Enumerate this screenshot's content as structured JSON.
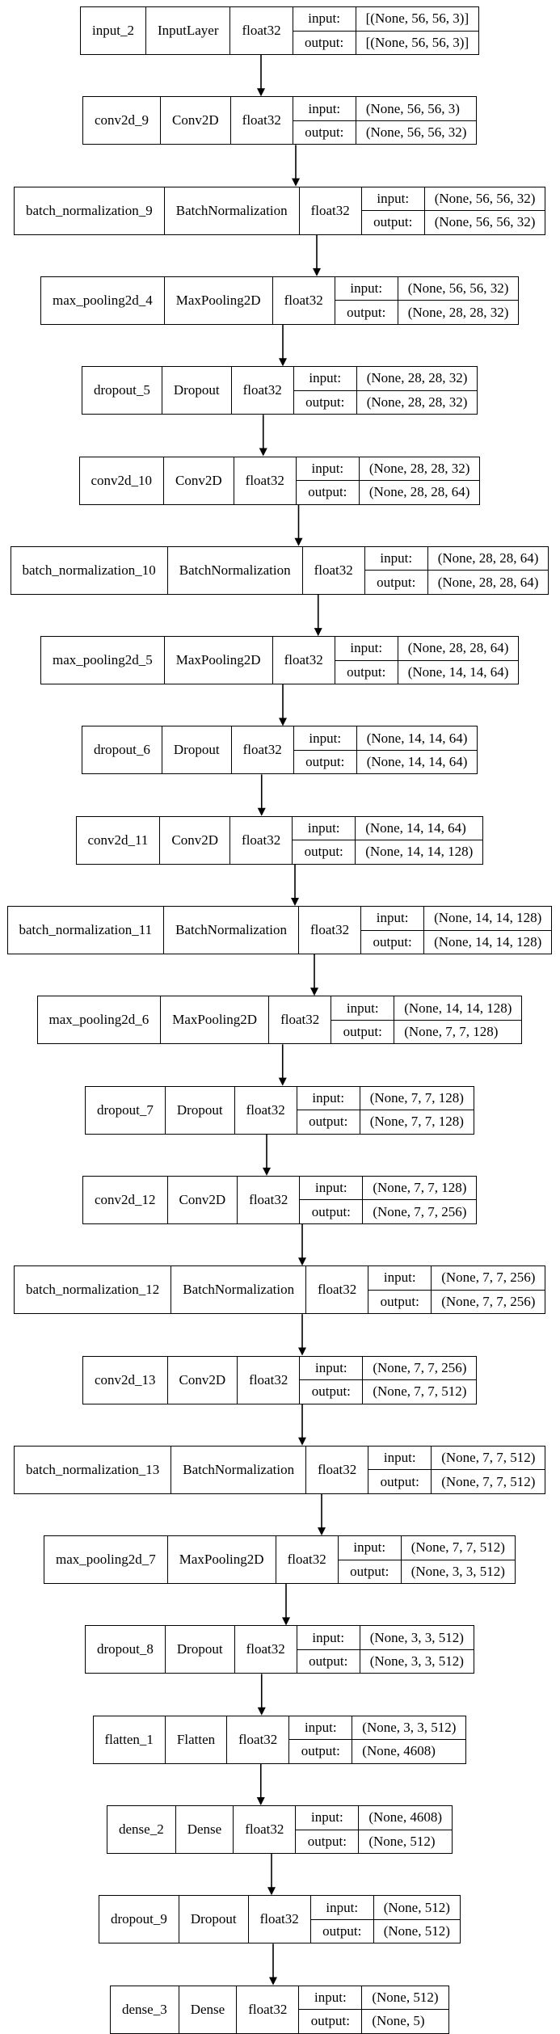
{
  "labels": {
    "input": "input:",
    "output": "output:"
  },
  "layers": [
    {
      "name": "input_2",
      "type": "InputLayer",
      "dtype": "float32",
      "input": "[(None, 56, 56, 3)]",
      "output": "[(None, 56, 56, 3)]"
    },
    {
      "name": "conv2d_9",
      "type": "Conv2D",
      "dtype": "float32",
      "input": "(None, 56, 56, 3)",
      "output": "(None, 56, 56, 32)"
    },
    {
      "name": "batch_normalization_9",
      "type": "BatchNormalization",
      "dtype": "float32",
      "input": "(None, 56, 56, 32)",
      "output": "(None, 56, 56, 32)"
    },
    {
      "name": "max_pooling2d_4",
      "type": "MaxPooling2D",
      "dtype": "float32",
      "input": "(None, 56, 56, 32)",
      "output": "(None, 28, 28, 32)"
    },
    {
      "name": "dropout_5",
      "type": "Dropout",
      "dtype": "float32",
      "input": "(None, 28, 28, 32)",
      "output": "(None, 28, 28, 32)"
    },
    {
      "name": "conv2d_10",
      "type": "Conv2D",
      "dtype": "float32",
      "input": "(None, 28, 28, 32)",
      "output": "(None, 28, 28, 64)"
    },
    {
      "name": "batch_normalization_10",
      "type": "BatchNormalization",
      "dtype": "float32",
      "input": "(None, 28, 28, 64)",
      "output": "(None, 28, 28, 64)"
    },
    {
      "name": "max_pooling2d_5",
      "type": "MaxPooling2D",
      "dtype": "float32",
      "input": "(None, 28, 28, 64)",
      "output": "(None, 14, 14, 64)"
    },
    {
      "name": "dropout_6",
      "type": "Dropout",
      "dtype": "float32",
      "input": "(None, 14, 14, 64)",
      "output": "(None, 14, 14, 64)"
    },
    {
      "name": "conv2d_11",
      "type": "Conv2D",
      "dtype": "float32",
      "input": "(None, 14, 14, 64)",
      "output": "(None, 14, 14, 128)"
    },
    {
      "name": "batch_normalization_11",
      "type": "BatchNormalization",
      "dtype": "float32",
      "input": "(None, 14, 14, 128)",
      "output": "(None, 14, 14, 128)"
    },
    {
      "name": "max_pooling2d_6",
      "type": "MaxPooling2D",
      "dtype": "float32",
      "input": "(None, 14, 14, 128)",
      "output": "(None, 7, 7, 128)"
    },
    {
      "name": "dropout_7",
      "type": "Dropout",
      "dtype": "float32",
      "input": "(None, 7, 7, 128)",
      "output": "(None, 7, 7, 128)"
    },
    {
      "name": "conv2d_12",
      "type": "Conv2D",
      "dtype": "float32",
      "input": "(None, 7, 7, 128)",
      "output": "(None, 7, 7, 256)"
    },
    {
      "name": "batch_normalization_12",
      "type": "BatchNormalization",
      "dtype": "float32",
      "input": "(None, 7, 7, 256)",
      "output": "(None, 7, 7, 256)"
    },
    {
      "name": "conv2d_13",
      "type": "Conv2D",
      "dtype": "float32",
      "input": "(None, 7, 7, 256)",
      "output": "(None, 7, 7, 512)"
    },
    {
      "name": "batch_normalization_13",
      "type": "BatchNormalization",
      "dtype": "float32",
      "input": "(None, 7, 7, 512)",
      "output": "(None, 7, 7, 512)"
    },
    {
      "name": "max_pooling2d_7",
      "type": "MaxPooling2D",
      "dtype": "float32",
      "input": "(None, 7, 7, 512)",
      "output": "(None, 3, 3, 512)"
    },
    {
      "name": "dropout_8",
      "type": "Dropout",
      "dtype": "float32",
      "input": "(None, 3, 3, 512)",
      "output": "(None, 3, 3, 512)"
    },
    {
      "name": "flatten_1",
      "type": "Flatten",
      "dtype": "float32",
      "input": "(None, 3, 3, 512)",
      "output": "(None, 4608)"
    },
    {
      "name": "dense_2",
      "type": "Dense",
      "dtype": "float32",
      "input": "(None, 4608)",
      "output": "(None, 512)"
    },
    {
      "name": "dropout_9",
      "type": "Dropout",
      "dtype": "float32",
      "input": "(None, 512)",
      "output": "(None, 512)"
    },
    {
      "name": "dense_3",
      "type": "Dense",
      "dtype": "float32",
      "input": "(None, 512)",
      "output": "(None, 5)"
    }
  ]
}
